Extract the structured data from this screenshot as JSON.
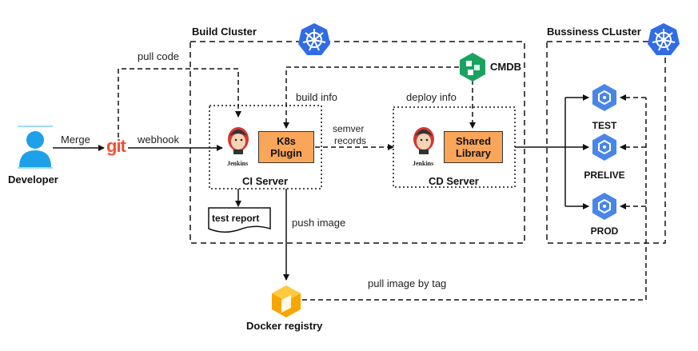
{
  "clusters": {
    "build": "Build Cluster",
    "business": "Bussiness CLuster"
  },
  "actors": {
    "developer": "Developer",
    "git_logo": "git",
    "cmdb": "CMDB",
    "docker_registry": "Docker registry",
    "jenkins_caption": "Jenkins"
  },
  "servers": {
    "ci": "CI Server",
    "cd": "CD Server",
    "k8s_plugin_line1": "K8s",
    "k8s_plugin_line2": "Plugin",
    "shared_library_line1": "Shared",
    "shared_library_line2": "Library",
    "test_report": "test report"
  },
  "edges": {
    "merge": "Merge",
    "webhook": "webhook",
    "pull_code": "pull code",
    "build_info": "build info",
    "deploy_info": "deploy info",
    "semver_line1": "semver",
    "semver_line2": "records",
    "push_image": "push image",
    "pull_image_by_tag": "pull image by tag"
  },
  "environments": [
    "TEST",
    "PRELIVE",
    "PROD"
  ],
  "colors": {
    "kube_blue": "#326ce5",
    "developer_blue": "#1ea1e8",
    "git_red": "#f05133",
    "cmdb_green": "#1aa260",
    "docker_orange": "#f7a600",
    "plugin_orange": "#f9a65a"
  }
}
